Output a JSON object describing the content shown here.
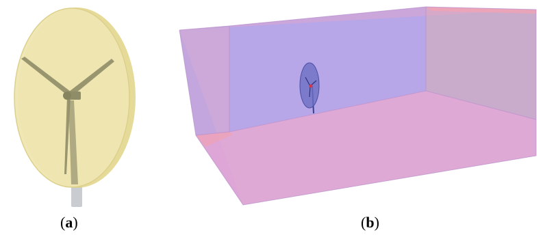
{
  "figure": {
    "panels": [
      {
        "id": "a",
        "letter": "a"
      },
      {
        "id": "b",
        "letter": "b"
      }
    ]
  },
  "colors": {
    "rotor_disk_fill": "#ece3a6",
    "rotor_disk_rim": "#e2d487",
    "turbine_body": "#a3a07a",
    "turbine_blade": "#8f8c68",
    "tower_base": "#c9cdd2",
    "domain_pink": "#dda6d6",
    "domain_blue": "#a3a3f5",
    "domain_red_edge": "#f0a3b4",
    "domain_gray_side": "#bdaac8",
    "mini_disk": "#6c6fc3",
    "mini_rotor_mark": "#d0374a"
  },
  "icons": {
    "panel_a": "wind-turbine-rotor-disk",
    "panel_b": "computational-domain-box"
  }
}
